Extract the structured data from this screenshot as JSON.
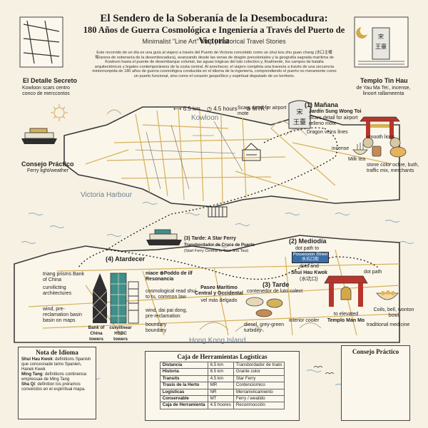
{
  "title": {
    "line1": "El Sendero de la Soberanía de la Desembocadura:",
    "line2": "180 Años de Guerra Cosmológica e Ingeniería a Través del Puerto de Victoria",
    "subtitle": "Minimalist \"Line Art\" Map | Historical Travel Stories",
    "intro": "Este recorrido de un día es una guía al viajero a través del Puerto de Victoria concebido como un shui kou zhu guan chang (水口主權場/arena de soberanía de la desembocadura), avanzando desde las venas de dragón precoloniales y la geografía sagrada marítima de Kowloon hasta el puente de desembarque colonial, las aguas trágicas del luto colectivo y, finalmente, los campos de batalla arquitectónicos y legales contemporáneos de la costa central. Al anochecer, el viajero completa una travesía a través de una secuencia ininterrumpida de 180 años de guerra cosmológica conducida en el idioma de la ingeniería, comprendiendo el puerto no meramente como un puerto funcional, sino como el corazón geopolítico y espiritual disputado de un territorio."
  },
  "stats": {
    "distance": "6.5 km",
    "time": "4.5 hours",
    "transit": "MTR /"
  },
  "places": {
    "kowloon": "Kowloon",
    "victoria_harbour": "Victoria Harbour",
    "hong_kong_island": "Hong Kong Island"
  },
  "corners": {
    "secret_title": "El Detalle Secreto",
    "secret_text": "Kowloon scars centro conco de merccontos",
    "tin_hau_title": "Templo Tin Hau",
    "tin_hau_text": "de Yau Ma Tei:, incense, linoort rallameenta",
    "practical1_title": "Consejo Práctico",
    "practical1_text": "Ferry light/weather",
    "practical2_title": "Consejo Práctico"
  },
  "stops": {
    "morning_title": "(1) Mañana",
    "morning_sub": "Jardín Sung Wong Toi",
    "morning_note": "Scars detail for airport relleno mote",
    "dragon": "Dragon veins lines",
    "scars_airport": "Scars detail for airport mote",
    "smooth_lions": "smooth lions",
    "incense": "incense",
    "milk_tea": "Milk tea",
    "stone_color": "stone color ochre, buth, traffic mix, merchants",
    "ferry_title": "(3) Tarde: A Star Ferry",
    "ferry_sub": "Transbordador de Cruce de Puerto",
    "ferry_note": "(Start Ferry Central to Tsim Sha Tsui)",
    "noon_title": "(2) Mediodía",
    "noon_sub": "dot path to",
    "possession": "Possession Street",
    "possession_cn": "水坑口街",
    "dots_and": "dots and",
    "shui_hau": "Shui Hau Kwok",
    "shui_hau_cn": "(水坑口)",
    "dot_path": "dot path",
    "evening_title": "(4) Atardecer",
    "niace": "niace  ⊕Poddo de ilf Resonancia",
    "triang": "triang prisms Bank of China",
    "curvilicting": "curvilicting architectures",
    "wind_pre": "wind, pre-reclamation basin basin on maps",
    "bank_china": "Bank of China towers",
    "hsbc": "curvillnear HSBC towers",
    "cosmo": "cosmological read shui to tu, common law",
    "wind_dai": "wind, dai pai dong, pre-reclamation",
    "boundary": "boundary boundary",
    "paseo": "Paseo Marítimo Central y Occidental",
    "vel_mas": "vel más delgado",
    "tarde3_title": "(3) Tarde",
    "tarde3_sub": "contenedor de luto colect",
    "interior": "interior cooler",
    "diesel": "diesel, grey-green turbidity",
    "to_elevated": "to elevated",
    "man_mo": "Templo Man Mo",
    "coils": "Coils, bell, wonton bowl",
    "traditional": "traditional medicine"
  },
  "language_note": {
    "title": "Nota de Idioma",
    "items": [
      {
        "term": "Shui Hau Kwok",
        "text": ": definitions Spanish que concesnade tamo Spanien, Hanek Kwek"
      },
      {
        "term": "Ming Tang",
        "text": ": definitions continenoa empressae de Ming Tang"
      },
      {
        "term": "Sha Qi",
        "text": ": definition los preramos converidos en el espirritual mapa."
      }
    ]
  },
  "toolbox": {
    "title": "Caja de Herramientas Logísticas",
    "rows": [
      [
        "Distancia",
        "6.5 km",
        "Transbordador de tnato"
      ],
      [
        "Historia",
        "6.5 km",
        "Grante color"
      ],
      [
        "Transits",
        "4.5 km",
        "Star Ferry"
      ],
      [
        "Trasis de la Herto",
        "MR",
        "Contenciomico"
      ],
      [
        "Logísticas",
        "NR",
        "Merraniviicamiento"
      ],
      [
        "Conservable",
        "MT",
        "Ferry / weatido"
      ],
      [
        "Caja de Herramienta",
        "4.5 hoores",
        "Recomnocción"
      ]
    ]
  },
  "colors": {
    "road": "#d4b15a",
    "ink": "#2a2a2a",
    "paper": "#f7f1e3",
    "accent_red": "#b8352c",
    "teal": "#3f8f8a",
    "possession_bg": "#3b6ea5"
  }
}
